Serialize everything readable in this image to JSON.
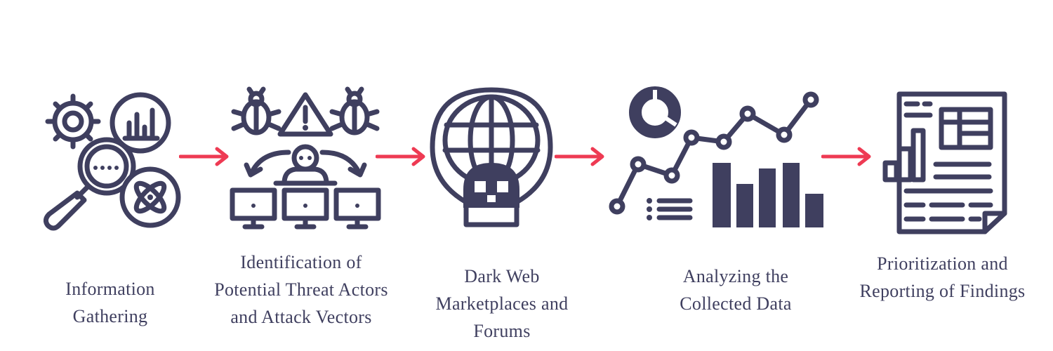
{
  "colors": {
    "ink": "#3f3f5f",
    "arrow": "#ee3a53",
    "background": "#ffffff"
  },
  "steps": [
    {
      "label_lines": [
        "Information",
        "Gathering"
      ],
      "icon": "magnifier-gear-chart-atom-icon"
    },
    {
      "label_lines": [
        "Identification of",
        "Potential Threat Actors",
        "and Attack Vectors"
      ],
      "icon": "threat-actor-bugs-warning-icon"
    },
    {
      "label_lines": [
        "Dark Web",
        "Marketplaces and",
        "Forums"
      ],
      "icon": "globe-skull-icon"
    },
    {
      "label_lines": [
        "Analyzing the",
        "Collected Data"
      ],
      "icon": "data-analysis-charts-icon"
    },
    {
      "label_lines": [
        "Prioritization and",
        "Reporting of Findings"
      ],
      "icon": "report-document-icon"
    }
  ],
  "connectors": [
    "arrow-right-icon",
    "arrow-right-icon",
    "arrow-right-icon",
    "arrow-right-icon"
  ]
}
